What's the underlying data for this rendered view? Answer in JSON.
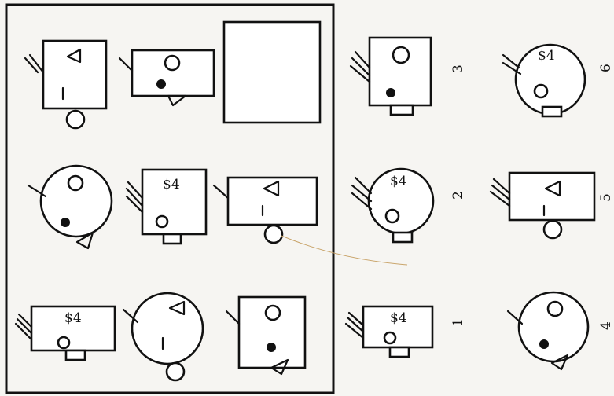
{
  "answer_labels": [
    "3",
    "6",
    "2",
    "5",
    "1",
    "4"
  ],
  "colors": {
    "ink": "#111111",
    "paper": "#f6f5f2",
    "pencil": "#c9a46a"
  },
  "icons": {
    "tail": "triple-slash-tail",
    "head_square": "square-head",
    "head_circle": "circle-head",
    "marks": [
      "small-circle",
      "filled-dot",
      "triangle",
      "short-line",
      "wavy-dollar-sign"
    ],
    "foot": [
      "small-circle-foot",
      "small-rectangle-foot",
      "triangle-corner-foot"
    ]
  }
}
